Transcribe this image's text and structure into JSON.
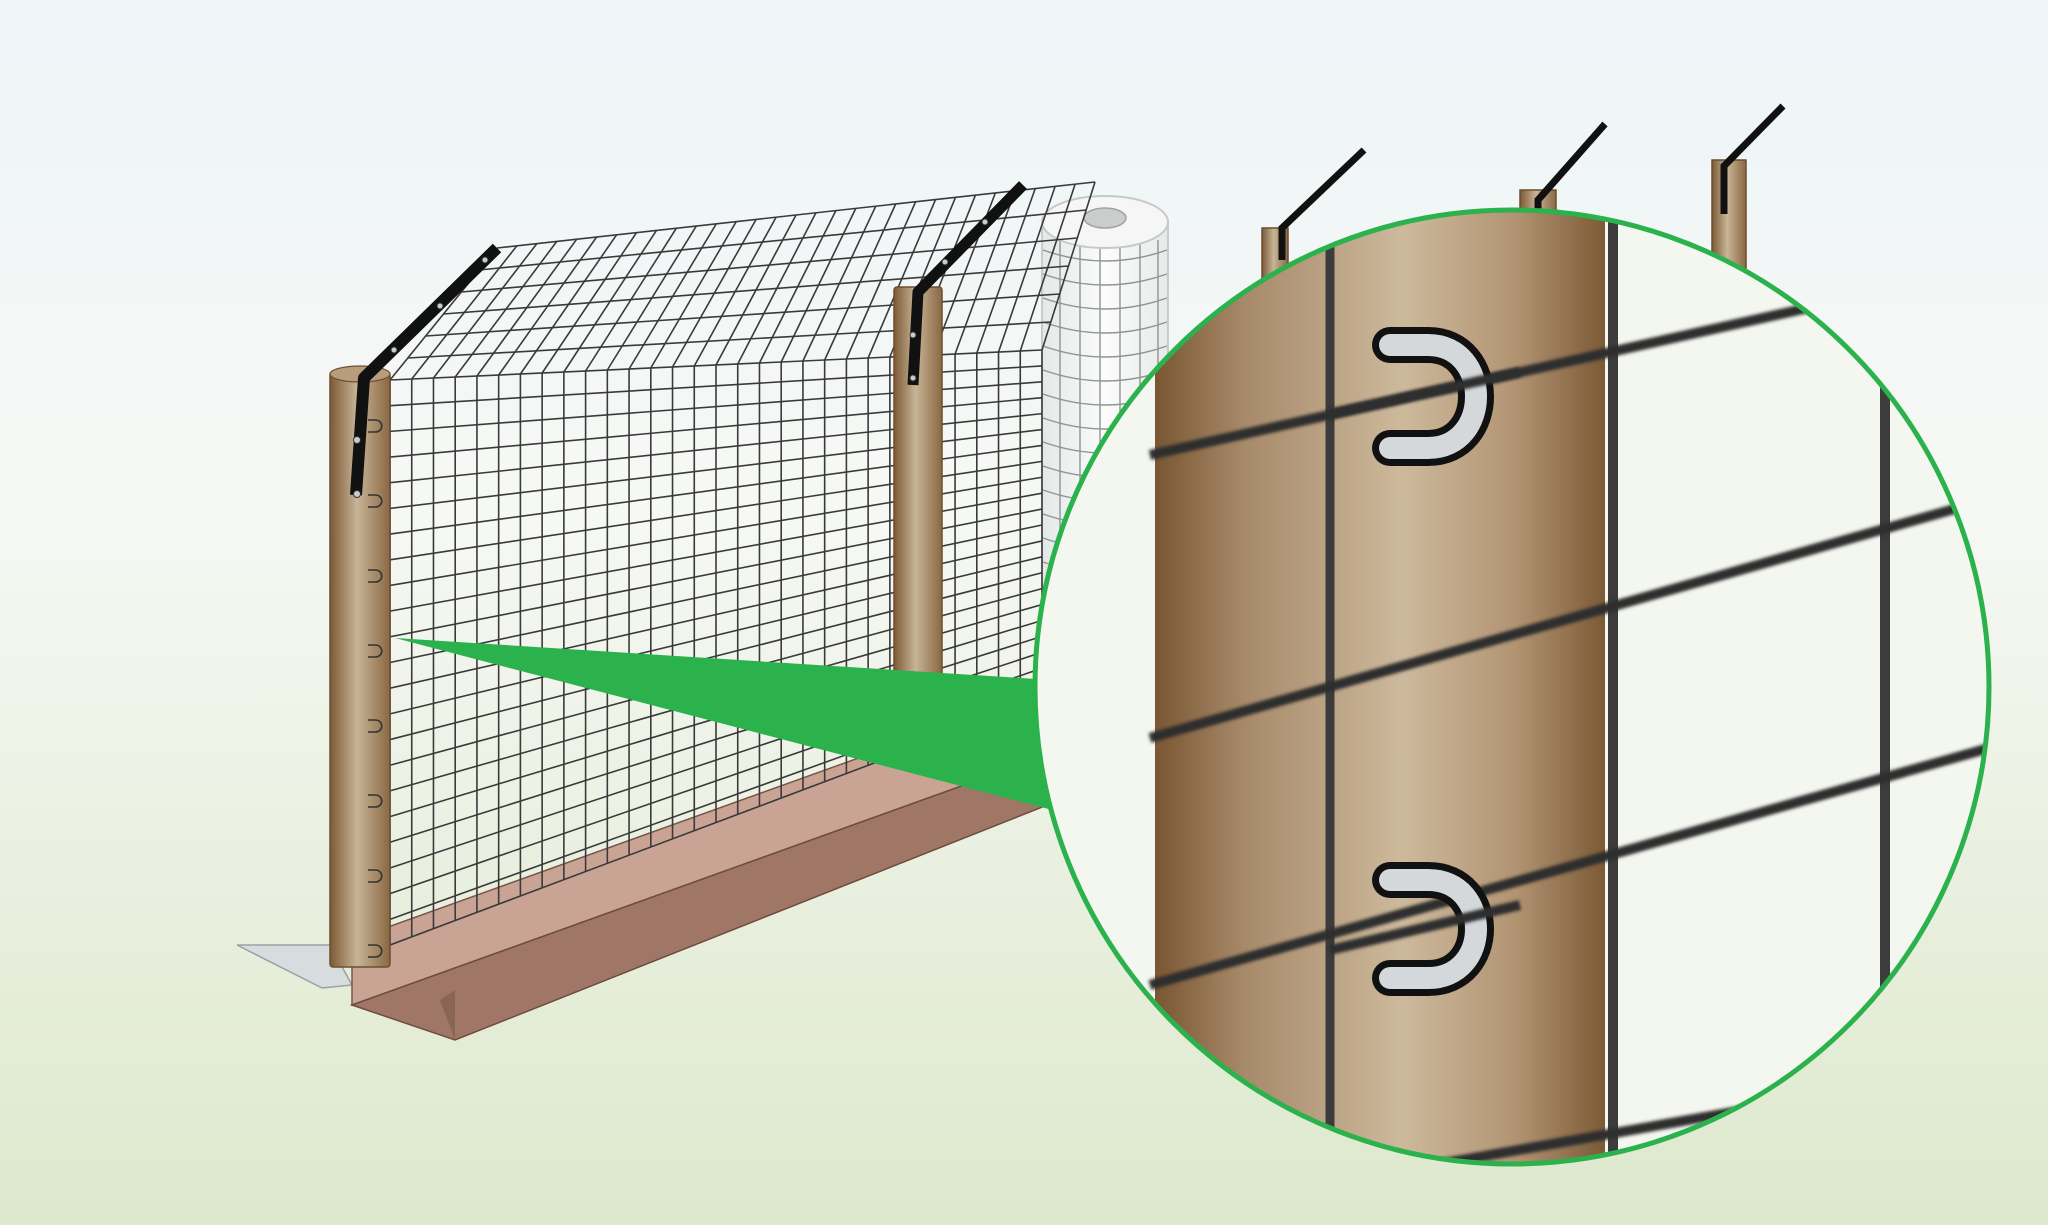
{
  "scene": {
    "subject": "welded-wire-fence-with-staples",
    "colors": {
      "background_top": "#eef5f9",
      "background_mid": "#f6f8f4",
      "background_bottom": "#dde8cc",
      "post_dark": "#7c5a36",
      "post_light": "#c8b497",
      "wire": "#3a3a3a",
      "staple": "#d4d8db",
      "bracket": "#111111",
      "callout_green": "#2bb24c",
      "footer_plate": "#b68f7e",
      "roll": "#f2f4f3"
    },
    "elements": {
      "posts": 2,
      "far_posts": 3,
      "staples_on_left_post": 8,
      "staples_in_zoom": 2,
      "wire_roll": 1,
      "zoom_callout": 1
    }
  }
}
